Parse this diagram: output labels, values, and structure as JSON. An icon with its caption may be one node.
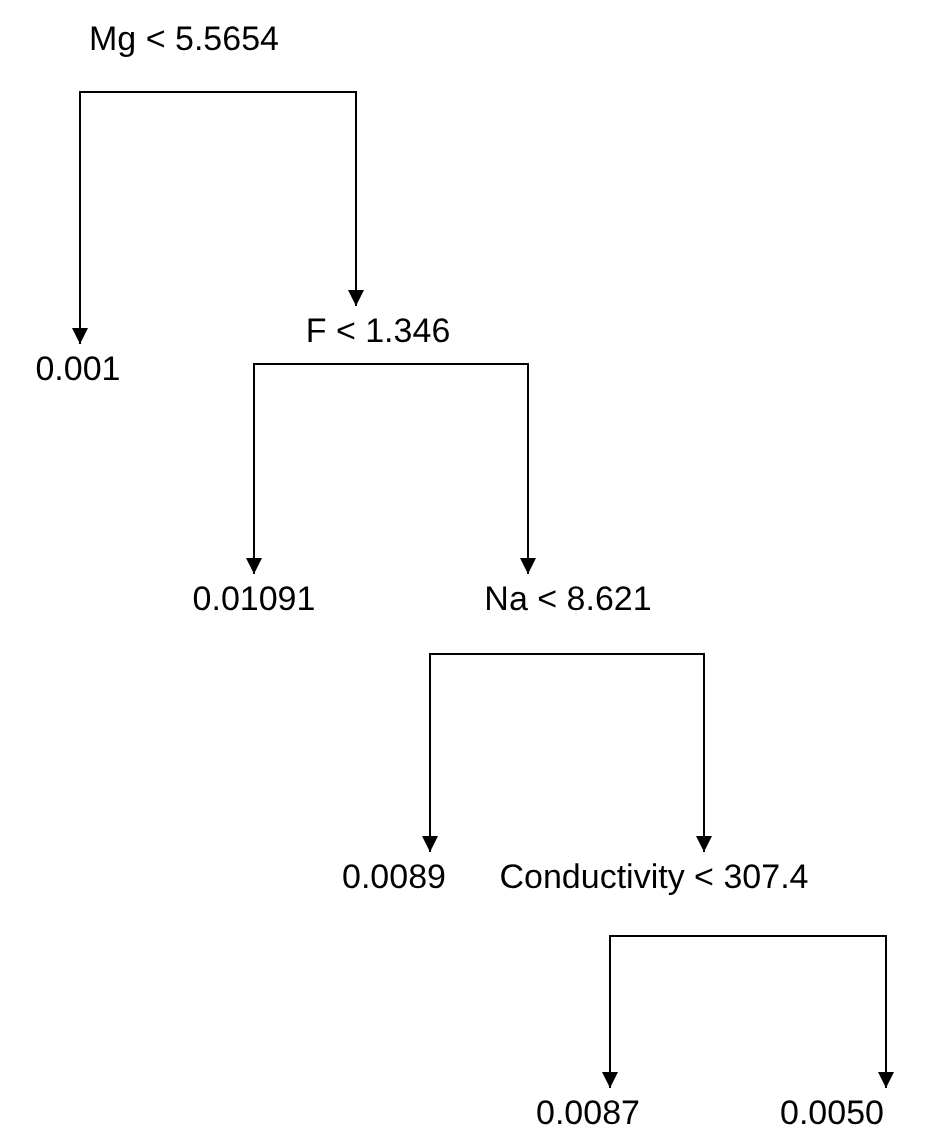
{
  "diagram": {
    "nodes": [
      {
        "text": [
          "Mg < 5.5654"
        ]
      },
      {
        "text": [
          "0.001"
        ]
      },
      {
        "text": [
          "F < 1.346"
        ]
      },
      {
        "text": [
          "0.01091"
        ]
      },
      {
        "text": [
          "Na < 8.621"
        ]
      },
      {
        "text": [
          "0.0089"
        ]
      },
      {
        "text": [
          "Conductivity < 307.4"
        ]
      },
      {
        "text": [
          "0.0087"
        ]
      },
      {
        "text": [
          "0.0050"
        ]
      }
    ],
    "edges": [
      {
        "from": 0,
        "to": 1,
        "arrow": "to"
      },
      {
        "from": 0,
        "to": 2,
        "arrow": "to"
      },
      {
        "from": 2,
        "to": 3,
        "arrow": "to"
      },
      {
        "from": 2,
        "to": 4,
        "arrow": "to"
      },
      {
        "from": 4,
        "to": 5,
        "arrow": "to"
      },
      {
        "from": 4,
        "to": 6,
        "arrow": "to"
      },
      {
        "from": 6,
        "to": 7,
        "arrow": "to"
      },
      {
        "from": 6,
        "to": 8,
        "arrow": "to"
      }
    ]
  }
}
